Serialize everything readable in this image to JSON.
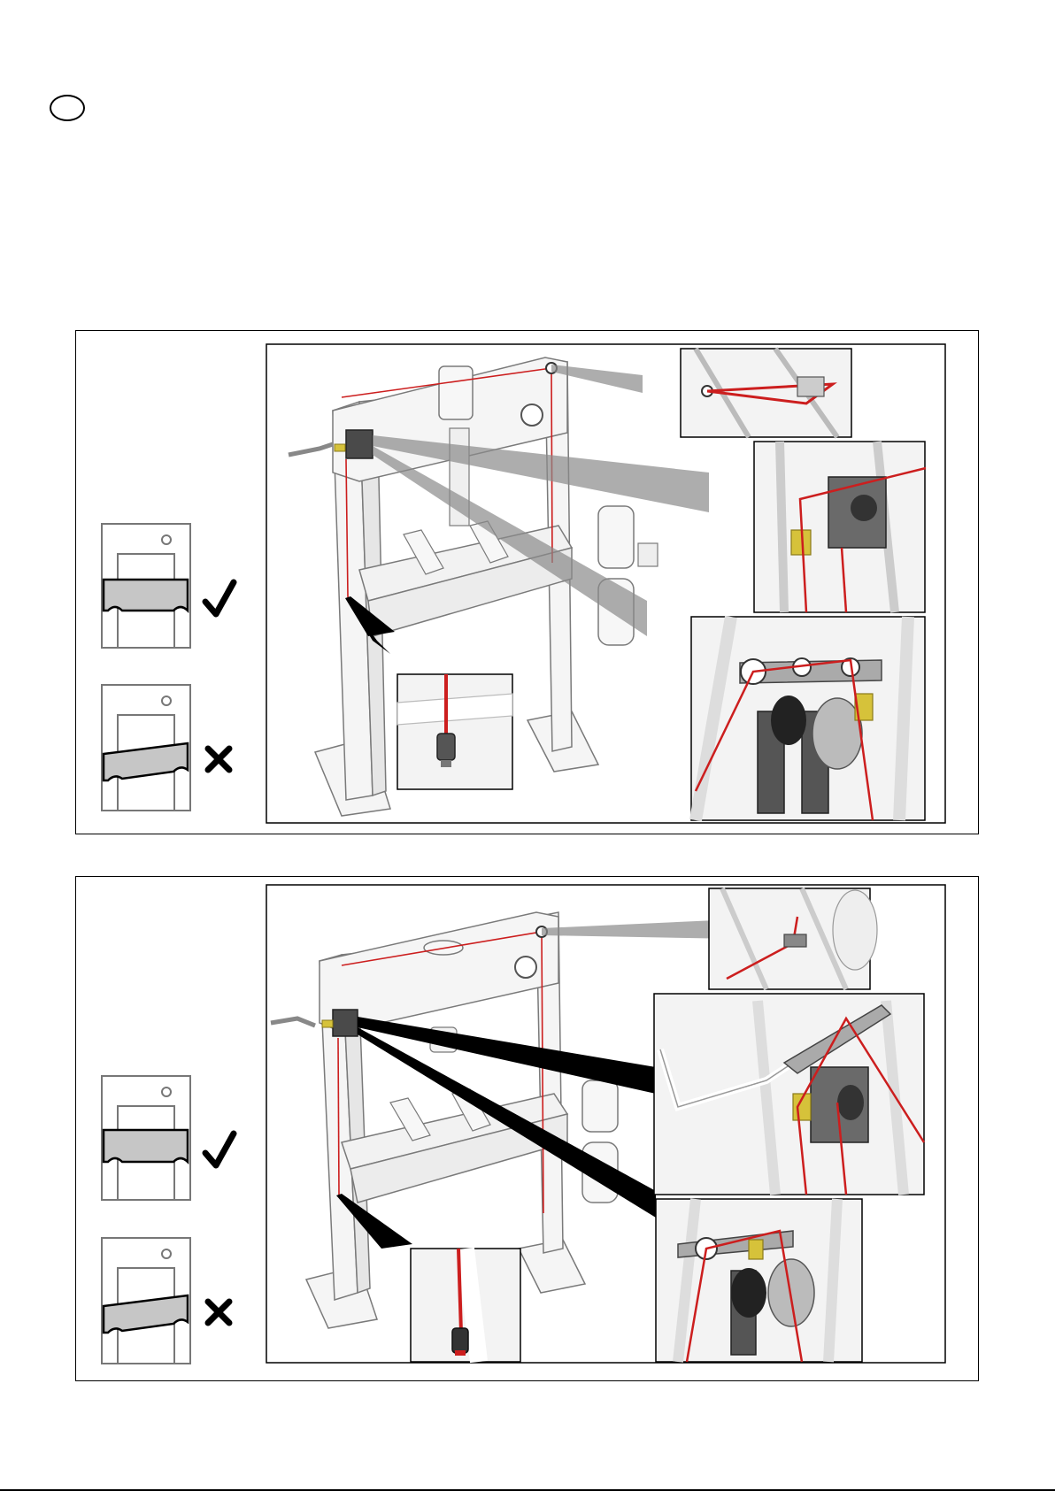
{
  "colors": {
    "cable": "#cc1e1e",
    "frame_fill": "#f5f5f5",
    "frame_stroke": "#7a7a7a",
    "plate_fill": "#c6c6c6",
    "shadow": "#8a8a8a",
    "dark_part": "#4a4a4a",
    "brass": "#d6c23a",
    "ink": "#000000"
  },
  "icons": {
    "correct_mark": "check-mark-icon",
    "incorrect_mark": "x-mark-icon",
    "page_marker": "circle-marker-icon"
  },
  "panels": [
    {
      "id": "panel-1",
      "indicators": [
        {
          "state": "correct",
          "plate": "level",
          "mark": "check"
        },
        {
          "state": "incorrect",
          "plate": "tilted",
          "mark": "cross"
        }
      ],
      "detail_views": [
        "top-pulley",
        "winch-bracket",
        "winch-drum",
        "cable-end-weight"
      ]
    },
    {
      "id": "panel-2",
      "indicators": [
        {
          "state": "correct",
          "plate": "level",
          "mark": "check"
        },
        {
          "state": "incorrect",
          "plate": "tilted",
          "mark": "cross"
        }
      ],
      "detail_views": [
        "top-pulley",
        "winch-bracket",
        "winch-drum",
        "cable-end-weight"
      ]
    }
  ]
}
